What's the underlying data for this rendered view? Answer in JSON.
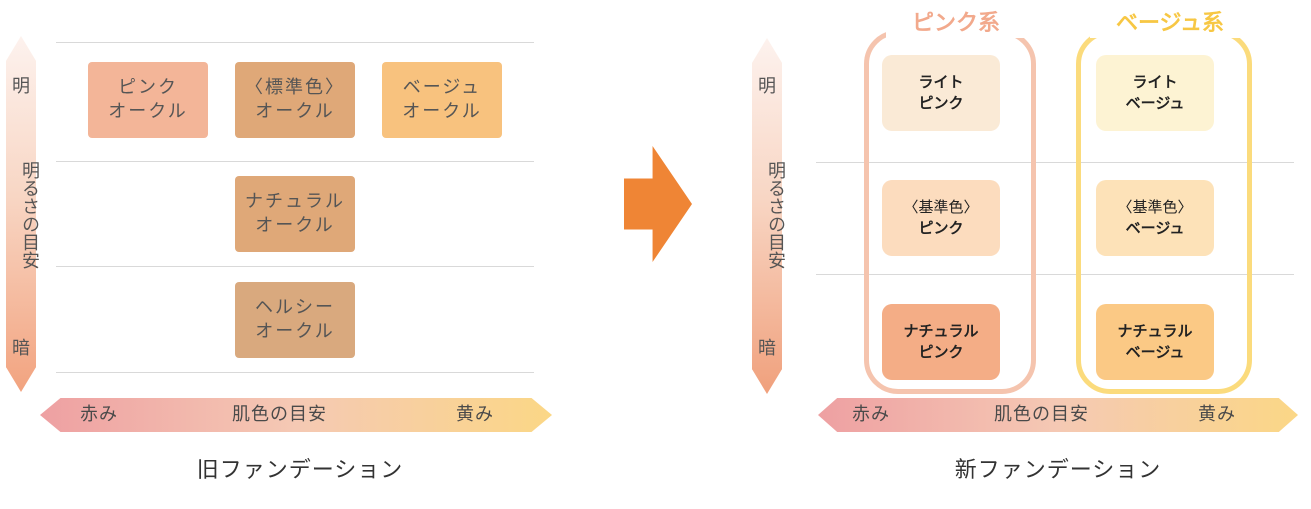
{
  "old": {
    "caption": "旧ファンデーション",
    "vaxis": {
      "top": "明",
      "middle": "明るさの目安",
      "bottom": "暗"
    },
    "haxis": {
      "left": "赤み",
      "center": "肌色の目安",
      "right": "黄み"
    },
    "swatches": [
      {
        "line1": "ピンク",
        "line2": "オークル",
        "color": "#f3b598"
      },
      {
        "line1": "〈標準色〉",
        "line2": "オークル",
        "color": "#dfa878"
      },
      {
        "line1": "ベージュ",
        "line2": "オークル",
        "color": "#f8c27e"
      },
      {
        "line1": "ナチュラル",
        "line2": "オークル",
        "color": "#dfa878"
      },
      {
        "line1": "ヘルシー",
        "line2": "オークル",
        "color": "#d9a97e"
      }
    ]
  },
  "new": {
    "caption": "新ファンデーション",
    "vaxis": {
      "top": "明",
      "middle": "明るさの目安",
      "bottom": "暗"
    },
    "haxis": {
      "left": "赤み",
      "center": "肌色の目安",
      "right": "黄み"
    },
    "groups": [
      {
        "title": "ピンク系",
        "color": "#f2a98c"
      },
      {
        "title": "ベージュ系",
        "color": "#f9cf5a"
      }
    ],
    "swatches": [
      {
        "line1": "ライト",
        "line2": "ピンク",
        "color": "#faead6"
      },
      {
        "line1": "ライト",
        "line2": "ベージュ",
        "color": "#fdf3d3"
      },
      {
        "line1": "〈基準色〉",
        "line2": "ピンク",
        "color": "#fcdcbe"
      },
      {
        "line1": "〈基準色〉",
        "line2": "ベージュ",
        "color": "#fde2b8"
      },
      {
        "line1": "ナチュラル",
        "line2": "ピンク",
        "color": "#f4ad86"
      },
      {
        "line1": "ナチュラル",
        "line2": "ベージュ",
        "color": "#fbc985"
      }
    ]
  },
  "arrow_color": "#ef8535"
}
